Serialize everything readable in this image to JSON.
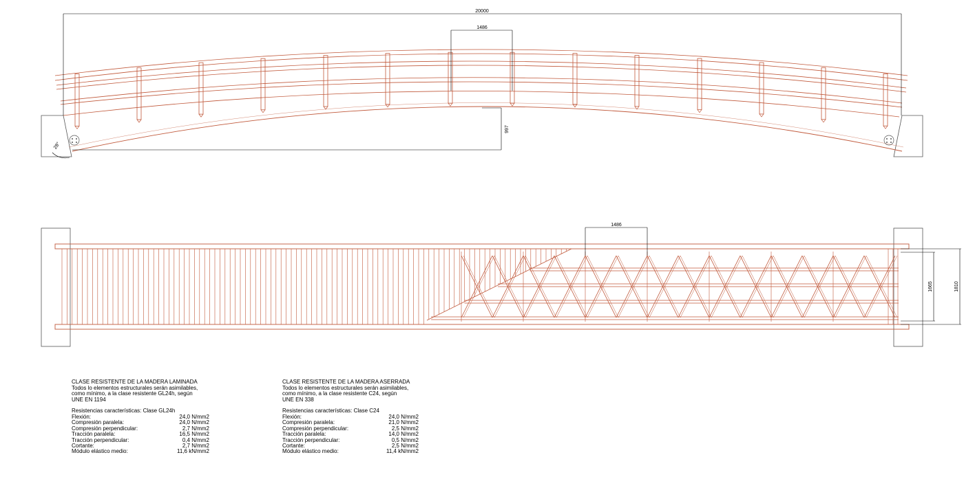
{
  "elevation": {
    "total_length": "20000",
    "post_spacing": "1486",
    "arch_rise": "997",
    "bearing_angle": "28°"
  },
  "plan": {
    "post_spacing": "1486",
    "inner_width": "1665",
    "outer_width": "1810"
  },
  "notes": [
    {
      "title": "CLASE RESISTENTE DE LA MADERA LAMINADA",
      "lines": [
        "Todos lo elementos estructurales serán asimilables,",
        "como mínimo, a la clase resistente GL24h, según",
        "UNE EN 1194"
      ],
      "subtitle": "Resistencias características: Clase GL24h",
      "rows": [
        {
          "label": "Flexión:",
          "value": "24,0 N/mm2"
        },
        {
          "label": "Compresión paralela:",
          "value": "24,0 N/mm2"
        },
        {
          "label": "Compresión perpendicular:",
          "value": "2,7 N/mm2"
        },
        {
          "label": "Tracción paralela:",
          "value": "16,5 N/mm2"
        },
        {
          "label": "Tracción perpendicular:",
          "value": "0,4 N/mm2"
        },
        {
          "label": "Cortante:",
          "value": "2,7 N/mm2"
        },
        {
          "label": "Módulo elástico medio:",
          "value": "11,6 kN/mm2"
        }
      ]
    },
    {
      "title": "CLASE RESISTENTE DE LA MADERA ASERRADA",
      "lines": [
        "Todos lo elementos estructurales serán asimilables,",
        "como mínimo, a la clase resistente C24, según",
        "UNE EN 338"
      ],
      "subtitle": "Resistencias características: Clase C24",
      "rows": [
        {
          "label": "Flexión:",
          "value": "24,0 N/mm2"
        },
        {
          "label": "Compresión paralela:",
          "value": "21,0 N/mm2"
        },
        {
          "label": "Compresión perpendicular:",
          "value": "2,5 N/mm2"
        },
        {
          "label": "Tracción paralela:",
          "value": "14,0 N/mm2"
        },
        {
          "label": "Tracción perpendicular:",
          "value": "0,5 N/mm2"
        },
        {
          "label": "Cortante:",
          "value": "2,5 N/mm2"
        },
        {
          "label": "Módulo elástico medio:",
          "value": "11,4 kN/mm2"
        }
      ]
    }
  ],
  "colors": {
    "timber": "#c0583a",
    "ink": "#000000",
    "abutment": "#555555"
  }
}
